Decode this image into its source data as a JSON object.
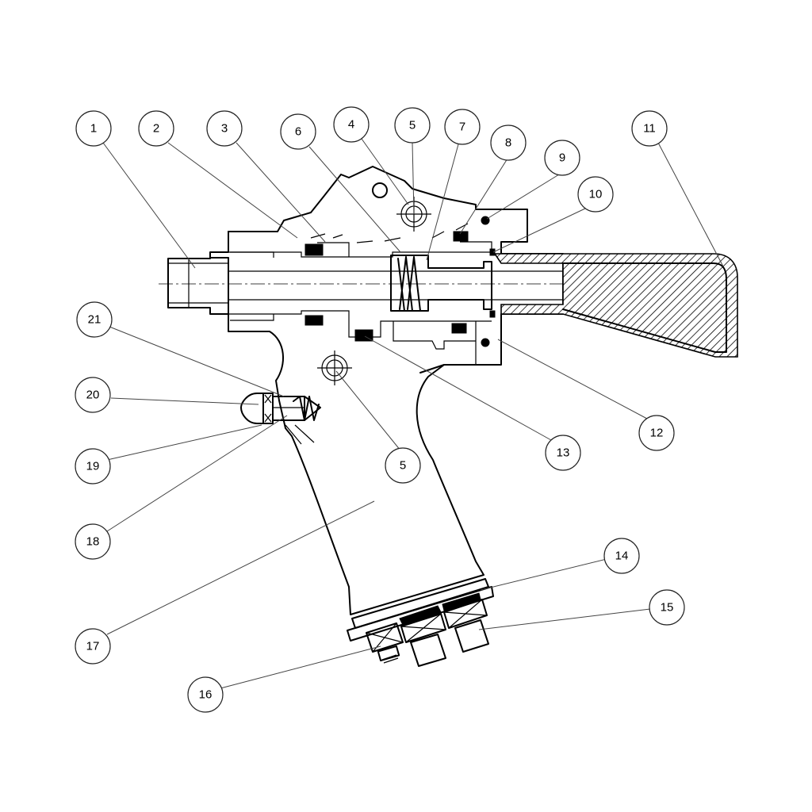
{
  "callouts": {
    "c1": "1",
    "c2": "2",
    "c3": "3",
    "c4": "4",
    "c5a": "5",
    "c6": "6",
    "c7": "7",
    "c8": "8",
    "c9": "9",
    "c10": "10",
    "c11": "11",
    "c12": "12",
    "c13": "13",
    "c14": "14",
    "c15": "15",
    "c16": "16",
    "c17": "17",
    "c18": "18",
    "c19": "19",
    "c20": "20",
    "c21": "21",
    "c5b": "5"
  }
}
